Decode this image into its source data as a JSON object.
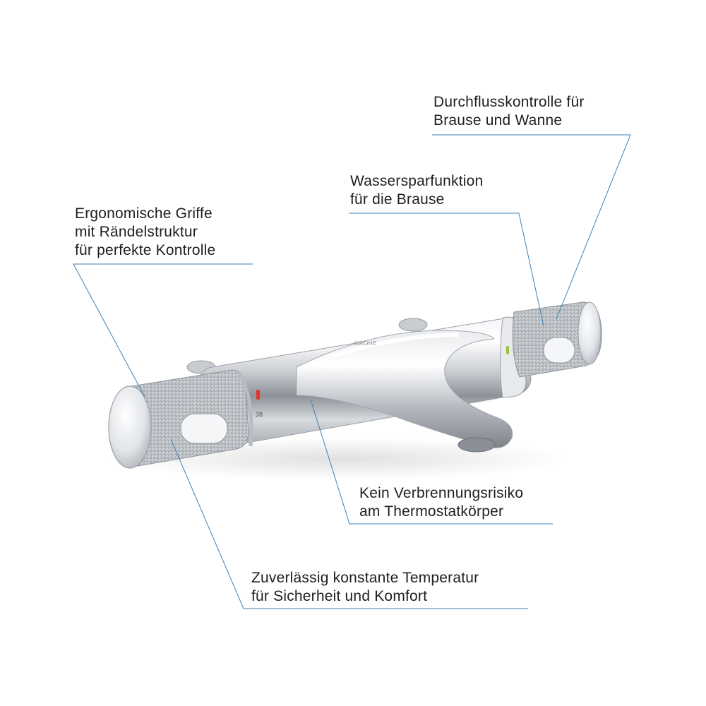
{
  "annotations": [
    {
      "id": "flow-control",
      "lines": [
        "Durchflusskontrolle für",
        "Brause und Wanne"
      ]
    },
    {
      "id": "water-saving",
      "lines": [
        "Wassersparfunktion",
        "für die Brause"
      ]
    },
    {
      "id": "ergonomic-grips",
      "lines": [
        "Ergonomische Griffe",
        "mit Rändelstruktur",
        "für perfekte Kontrolle"
      ]
    },
    {
      "id": "no-burn-risk",
      "lines": [
        "Kein Verbrennungsrisiko",
        "am Thermostatkörper"
      ]
    },
    {
      "id": "constant-temperature",
      "lines": [
        "Zuverlässig konstante Temperatur",
        "für Sicherheit und Komfort"
      ]
    }
  ],
  "product": {
    "temperature_mark": "38",
    "brand_mark": "GROHE"
  },
  "colors": {
    "leader_line": "#3f7fb5",
    "text": "#1f1f1f",
    "hot_mark": "#e0352b",
    "eco_mark": "#9bc23a"
  }
}
